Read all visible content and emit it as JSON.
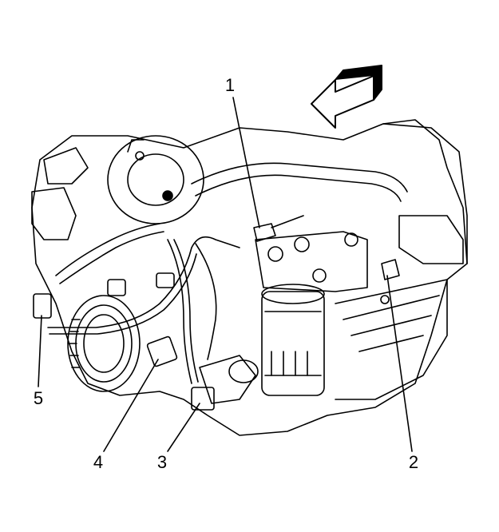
{
  "callouts": [
    {
      "id": "1",
      "label": "1"
    },
    {
      "id": "2",
      "label": "2"
    },
    {
      "id": "3",
      "label": "3"
    },
    {
      "id": "4",
      "label": "4"
    },
    {
      "id": "5",
      "label": "5"
    }
  ],
  "icons": {
    "arrow": "front-direction-arrow-icon"
  },
  "colors": {
    "line": "#000000",
    "background": "#ffffff"
  }
}
